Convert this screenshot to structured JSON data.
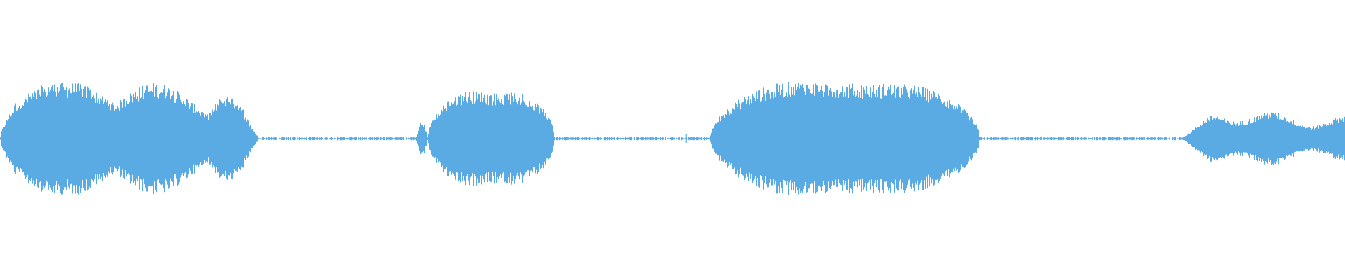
{
  "waveform": {
    "color": "#5aabe3",
    "segments": [
      {
        "kind": "sound",
        "start": 0.0,
        "end": 0.192,
        "peak": 0.4,
        "shape": "double-hump"
      },
      {
        "kind": "sound",
        "start": 0.309,
        "end": 0.318,
        "peak": 0.12,
        "shape": "blip"
      },
      {
        "kind": "sound",
        "start": 0.318,
        "end": 0.412,
        "peak": 0.39,
        "shape": "dome"
      },
      {
        "kind": "sound",
        "start": 0.528,
        "end": 0.728,
        "peak": 0.47,
        "shape": "dome"
      },
      {
        "kind": "sound",
        "start": 0.878,
        "end": 1.0,
        "peak": 0.2,
        "shape": "flat"
      }
    ],
    "silence_level": 0.012,
    "clicks": [
      0.51,
      0.529
    ]
  }
}
